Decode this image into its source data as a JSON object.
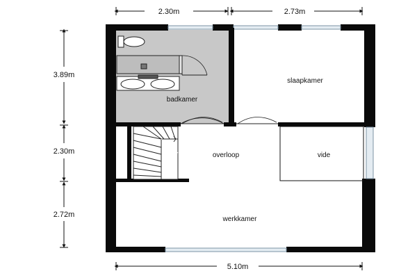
{
  "plan": {
    "rooms": {
      "badkamer": "badkamer",
      "slaapkamer": "slaapkamer",
      "overloop": "overloop",
      "vide": "vide",
      "werkkamer": "werkkamer"
    },
    "dimensions": {
      "top_left_width": "2.30m",
      "top_right_width": "2.73m",
      "bottom_total_width": "5.10m",
      "left_upper_height": "3.89m",
      "left_middle_height": "2.30m",
      "left_lower_height": "2.72m"
    },
    "colors": {
      "wall": "#0a0a0a",
      "bathroom_floor": "#c8c8c8",
      "window": "#9ab0c0"
    }
  }
}
